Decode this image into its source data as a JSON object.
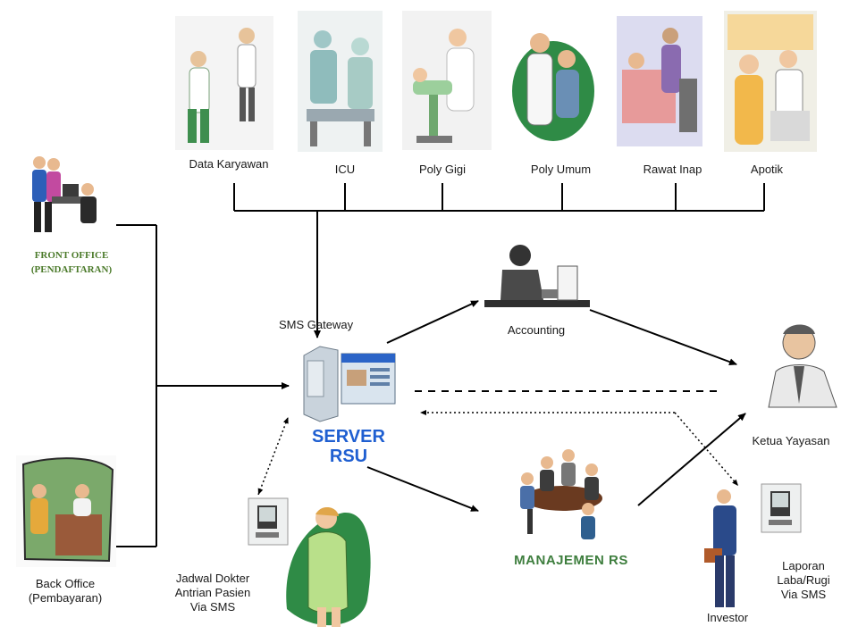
{
  "departments": [
    {
      "id": "data-karyawan",
      "label": "Data Karyawan"
    },
    {
      "id": "icu",
      "label": "ICU"
    },
    {
      "id": "poly-gigi",
      "label": "Poly Gigi"
    },
    {
      "id": "poly-umum",
      "label": "Poly Umum"
    },
    {
      "id": "rawat-inap",
      "label": "Rawat Inap"
    },
    {
      "id": "apotik",
      "label": "Apotik"
    }
  ],
  "front_office": {
    "line1": "FRONT OFFICE",
    "line2": "(PENDAFTARAN)"
  },
  "back_office": {
    "line1": "Back Office",
    "line2": "(Pembayaran)"
  },
  "sms_gateway": "SMS Gateway",
  "server": {
    "line1": "SERVER",
    "line2": "RSU"
  },
  "accounting": "Accounting",
  "ketua": "Ketua Yayasan",
  "manajemen": "MANAJEMEN RS",
  "investor": "Investor",
  "jadwal": {
    "line1": "Jadwal Dokter",
    "line2": "Antrian Pasien",
    "line3": "Via SMS"
  },
  "laporan": {
    "line1": "Laporan",
    "line2": "Laba/Rugi",
    "line3": "Via SMS"
  },
  "colors": {
    "server_label": "#1f5fd1",
    "front_office": "#4b7a2a",
    "manajemen": "#3e7e3e",
    "line": "#000000"
  }
}
